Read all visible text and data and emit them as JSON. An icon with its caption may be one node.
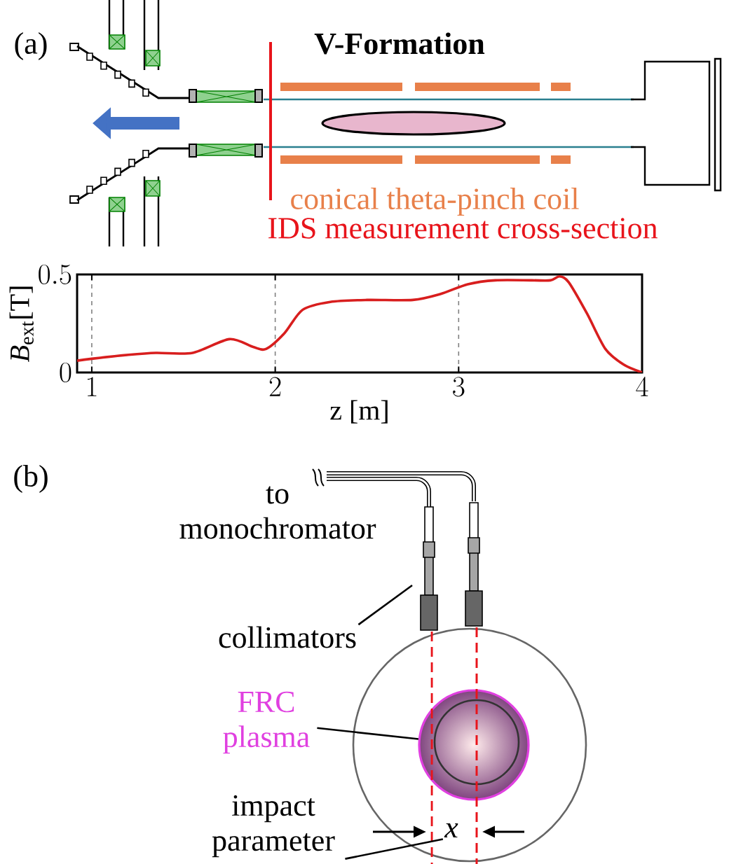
{
  "diagram": {
    "nodes": [
      {
        "text": [
          "collimators"
        ]
      },
      {
        "text": [
          "FRC plasma"
        ]
      },
      {
        "text": [],
        "shape": "circle"
      },
      {
        "text": [
          "impact parameter"
        ]
      },
      {
        "text": [
          "x"
        ]
      }
    ],
    "edges": [
      {
        "from": 0,
        "to": null,
        "arrow": "none"
      },
      {
        "from": 1,
        "to": 2,
        "arrow": "none"
      },
      {
        "from": 3,
        "to": 4,
        "arrow": "none"
      }
    ],
    "labels": [
      "(a)",
      "V-Formation",
      "conical theta-pinch coil",
      "IDS measurement cross-section",
      "(b)",
      "to monochromator"
    ],
    "chart_data": {
      "type": "line",
      "xlabel": "z [m]",
      "ylabel": "*B*$_{ext}$[T]",
      "x": [
        0.92,
        1.0,
        1.2,
        1.35,
        1.55,
        1.75,
        1.88,
        1.95,
        2.05,
        2.15,
        2.3,
        2.5,
        2.75,
        2.9,
        3.05,
        3.2,
        3.4,
        3.5,
        3.55,
        3.6,
        3.7,
        3.8,
        3.9,
        4.0
      ],
      "series": [
        {
          "color": "#d81e1e",
          "values": [
            0.06,
            0.07,
            0.09,
            0.1,
            0.1,
            0.17,
            0.13,
            0.12,
            0.2,
            0.32,
            0.36,
            0.37,
            0.37,
            0.4,
            0.45,
            0.47,
            0.47,
            0.47,
            0.49,
            0.46,
            0.3,
            0.12,
            0.04,
            0.0
          ]
        }
      ],
      "grid": true,
      "xlim": [
        0.92,
        4
      ],
      "ylim": [
        0,
        0.5
      ],
      "xticks": [
        1,
        2,
        3,
        4
      ],
      "yticks": [
        0,
        0.5
      ]
    }
  }
}
